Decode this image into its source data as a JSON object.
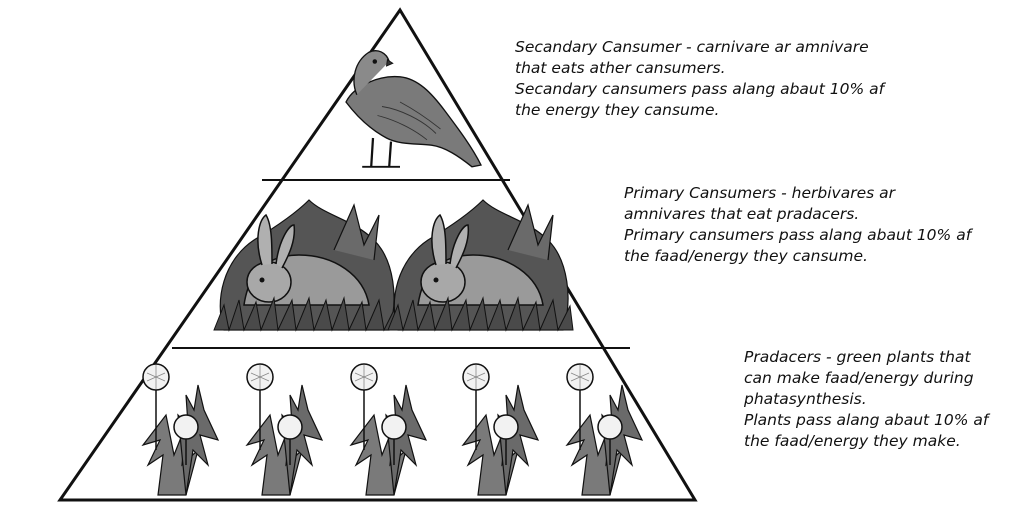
{
  "colors": {
    "outline": "#111111",
    "leaf_dark": "#3a3a3a",
    "leaf_mid": "#6e6e6e",
    "flower": "#f2f2f2",
    "fur": "#8c8c8c"
  },
  "icons": [
    "hawk-icon",
    "rabbit-icon",
    "dandelion-icon"
  ],
  "levels": {
    "secondary": {
      "lines": [
        "Secandary Cansumer - carnivare ar amnivare",
        "that eats ather cansumers.",
        "Secandary cansumers pass alang abaut 10% af",
        "the energy they cansume."
      ]
    },
    "primary": {
      "lines": [
        "Primary Cansumers - herbivares ar",
        "amnivares that eat pradacers.",
        "Primary cansumers pass alang abaut 10% af",
        "the faad/energy they cansume."
      ]
    },
    "producers": {
      "lines": [
        "Pradacers - green plants that",
        "can make faad/energy during",
        "phatasynthesis.",
        "Plants pass alang abaut 10% af",
        "the faad/energy they make."
      ]
    }
  }
}
